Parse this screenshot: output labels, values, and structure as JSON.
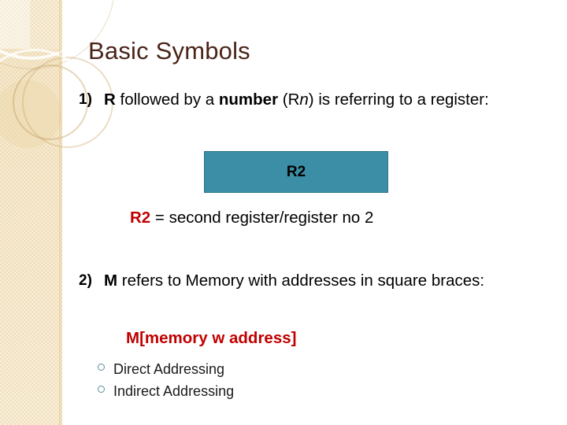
{
  "slide": {
    "title": "Basic Symbols",
    "title_color": "#4a2418",
    "background_color": "#ffffff"
  },
  "sidebar": {
    "base_color": "#f1e0bc",
    "accent_color": "#c49e60",
    "description": "decorative textured beige band with circular arcs"
  },
  "items": [
    {
      "number": "1)",
      "parts": [
        {
          "text": "R",
          "style": "bold"
        },
        {
          "text": " followed by a ",
          "style": "normal"
        },
        {
          "text": "number",
          "style": "bold"
        },
        {
          "text": " (R",
          "style": "normal"
        },
        {
          "text": "n",
          "style": "italic"
        },
        {
          "text": ") is referring to a register:",
          "style": "normal"
        }
      ],
      "plain": "1) R followed by a number (Rn) is referring to a register:"
    },
    {
      "number": "2)",
      "parts": [
        {
          "text": "M",
          "style": "bold"
        },
        {
          "text": " refers to Memory with addresses in square braces:",
          "style": "normal"
        }
      ],
      "plain": "2) M refers to Memory with addresses in square braces:"
    }
  ],
  "register_box": {
    "label": "R2",
    "fill_color": "#3c8ea6",
    "border_color": "#2d7389",
    "text_color": "#000000"
  },
  "register_explanation": {
    "highlight": "R2",
    "highlight_color": "#c00000",
    "rest": " = second register/register no 2",
    "plain": "R2 = second register/register no 2"
  },
  "memory_syntax": {
    "text": "M[memory w address]",
    "color": "#c00000"
  },
  "sub_bullets": {
    "marker_icon": "hollow-circle-bullet-icon",
    "marker_color": "#5d8e9c",
    "items": [
      {
        "label": "Direct Addressing"
      },
      {
        "label": "Indirect Addressing"
      }
    ]
  }
}
